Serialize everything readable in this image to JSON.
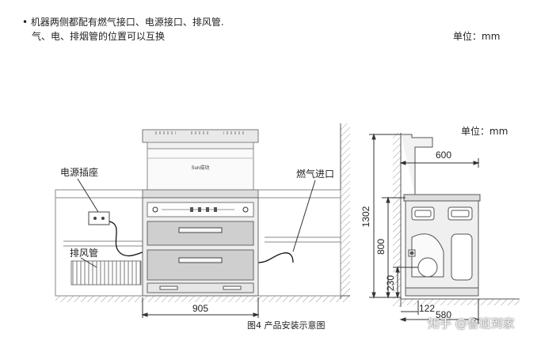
{
  "notes": {
    "line1": "• 机器两侧都配有燃气接口、电源接口、排风管.",
    "line2": "气、电、排烟管的位置可以互换"
  },
  "units": {
    "top": "单位：mm",
    "side": "单位：mm"
  },
  "labels": {
    "power_socket": "电源插座",
    "exhaust_pipe": "排风管",
    "gas_inlet": "燃气进口",
    "brand": "Sun成功",
    "caption": "图4 产品安装示意图",
    "watermark": "知乎 @鲁班到家"
  },
  "dimensions": {
    "width_front": "905",
    "height_total": "1302",
    "height_counter": "800",
    "height_low": "230",
    "depth_top": "600",
    "depth_bottom": "580",
    "offset_bottom": "122"
  }
}
